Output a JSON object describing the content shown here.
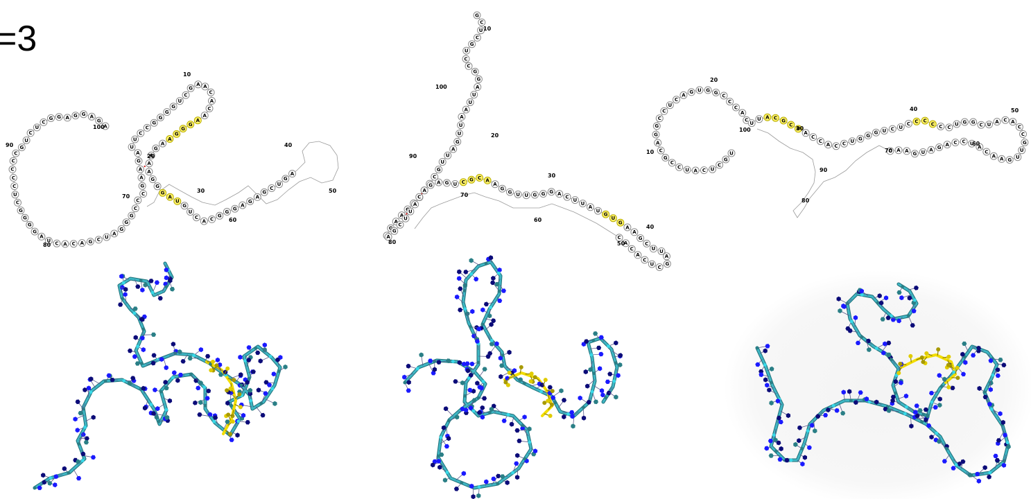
{
  "panel_label": "=3",
  "colors": {
    "highlight": "#fff36b",
    "ribbon": "#3fb7c4",
    "ribbon_highlight": "#f2dd00",
    "base_blue": "#1a1aff",
    "base_navy": "#0b0b78",
    "base_teal": "#2a7f86",
    "base_cyan": "#38d9e8"
  },
  "secondary_structures": [
    {
      "name": "structure-1",
      "index_labels": [
        "10",
        "20",
        "30",
        "40",
        "50",
        "60",
        "70",
        "80",
        "90",
        "100"
      ],
      "visible_letters": [
        "A",
        "G",
        "A",
        "G",
        "G",
        "A",
        "G",
        "G",
        "C",
        "U",
        "C",
        "U",
        "G",
        "C",
        "C",
        "C",
        "C",
        "C",
        "U",
        "C",
        "G",
        "G",
        "G",
        "G",
        "A",
        "U",
        "C",
        "A",
        "C",
        "A",
        "G",
        "C",
        "U",
        "A",
        "G",
        "G",
        "G",
        "C",
        "C",
        "C",
        "G",
        "A",
        "A",
        "G",
        "A",
        "U",
        "U",
        "C",
        "C",
        "G",
        "G",
        "G",
        "G",
        "U",
        "C",
        "G",
        "A",
        "A",
        "C",
        "A",
        "C",
        "A",
        "A",
        "G",
        "G",
        "G",
        "A",
        "A",
        "G",
        "A",
        "A",
        "A",
        "G",
        "G",
        "G",
        "A",
        "U",
        "G",
        "U",
        "C",
        "A",
        "C",
        "G",
        "G",
        "G",
        "A",
        "G",
        "A",
        "G",
        "C",
        "U",
        "G",
        "A"
      ]
    },
    {
      "name": "structure-2",
      "index_labels": [
        "10",
        "20",
        "30",
        "40",
        "50",
        "60",
        "70",
        "80",
        "90",
        "100"
      ],
      "visible_letters": [
        "G",
        "C",
        "U",
        "C",
        "G",
        "U",
        "C",
        "C",
        "G",
        "G",
        "A",
        "U",
        "U",
        "A",
        "A",
        "U",
        "U",
        "G",
        "A",
        "U",
        "U",
        "G",
        "C",
        "A",
        "U",
        "C",
        "G",
        "G",
        "A",
        "A",
        "G",
        "A",
        "A",
        "G",
        "C",
        "U",
        "U",
        "A",
        "C",
        "A",
        "G",
        "A",
        "G",
        "U",
        "C",
        "G",
        "C",
        "A",
        "A",
        "G",
        "G",
        "U",
        "U",
        "G",
        "G",
        "G",
        "A",
        "C",
        "U",
        "U",
        "A",
        "U",
        "G",
        "U",
        "G",
        "A",
        "A",
        "G",
        "C",
        "U",
        "U",
        "A",
        "G",
        "C",
        "U",
        "C",
        "A",
        "C",
        "A",
        "C"
      ]
    },
    {
      "name": "structure-3",
      "index_labels": [
        "10",
        "20",
        "30",
        "40",
        "50",
        "60",
        "70",
        "80",
        "90",
        "100"
      ],
      "visible_letters": [
        "U",
        "G",
        "C",
        "U",
        "C",
        "A",
        "U",
        "C",
        "C",
        "G",
        "C",
        "A",
        "G",
        "G",
        "C",
        "C",
        "U",
        "C",
        "A",
        "G",
        "U",
        "G",
        "G",
        "C",
        "C",
        "C",
        "A",
        "C",
        "U",
        "U",
        "A",
        "C",
        "G",
        "C",
        "U",
        "A",
        "C",
        "C",
        "A",
        "C",
        "C",
        "U",
        "G",
        "G",
        "G",
        "U",
        "C",
        "U",
        "C",
        "C",
        "C",
        "C",
        "C",
        "C",
        "U",
        "G",
        "G",
        "C",
        "U",
        "A",
        "C",
        "A",
        "C",
        "C",
        "G",
        "U",
        "U",
        "G",
        "A",
        "A",
        "C",
        "A",
        "U",
        "C",
        "C",
        "A",
        "G",
        "A",
        "U",
        "G",
        "A",
        "A",
        "C"
      ]
    }
  ]
}
